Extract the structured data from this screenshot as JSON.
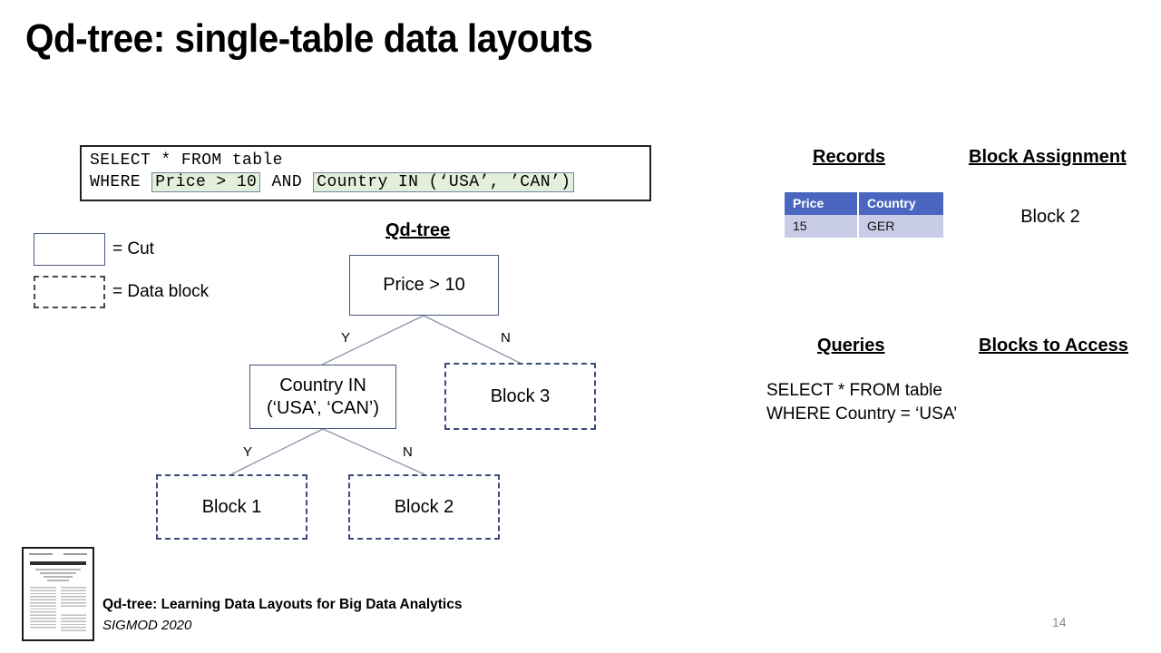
{
  "slide": {
    "title": "Qd-tree: single-table data layouts",
    "page_number": "14"
  },
  "sql_box": {
    "line1": "SELECT * FROM table",
    "line2_prefix": "WHERE ",
    "highlight1": "Price > 10",
    "line2_mid": " AND ",
    "highlight2": "Country IN (‘USA’, ’CAN’)"
  },
  "legend": {
    "cut_label": "= Cut",
    "block_label": "= Data block"
  },
  "tree": {
    "heading": "Qd-tree",
    "nodes": [
      {
        "id": "root",
        "label": "Price > 10",
        "kind": "cut"
      },
      {
        "id": "country",
        "label": "Country IN\n(‘USA’, ‘CAN’)",
        "kind": "cut"
      },
      {
        "id": "block3",
        "label": "Block 3",
        "kind": "block"
      },
      {
        "id": "block1",
        "label": "Block 1",
        "kind": "block"
      },
      {
        "id": "block2",
        "label": "Block 2",
        "kind": "block"
      }
    ],
    "edge_labels": {
      "root_yes": "Y",
      "root_no": "N",
      "country_yes": "Y",
      "country_no": "N"
    }
  },
  "records_panel": {
    "heading": "Records",
    "columns": [
      "Price",
      "Country"
    ],
    "rows": [
      [
        "15",
        "GER"
      ]
    ]
  },
  "block_assignment_panel": {
    "heading": "Block Assignment",
    "value": "Block 2"
  },
  "queries_panel": {
    "heading": "Queries",
    "query_text": "SELECT * FROM table\nWHERE Country = ‘USA’"
  },
  "blocks_to_access_panel": {
    "heading": "Blocks to Access",
    "value": ""
  },
  "citation": {
    "title": "Qd-tree: Learning Data Layouts for Big Data Analytics",
    "venue": "SIGMOD 2020"
  },
  "colors": {
    "table_header_blue": "#4A66C0",
    "table_row_lavender": "#C8CCE6",
    "highlight_green": "#E3EFDA",
    "cut_border": "#45557F",
    "block_border": "#3B4A7A",
    "edge_line": "#8E93A8"
  }
}
